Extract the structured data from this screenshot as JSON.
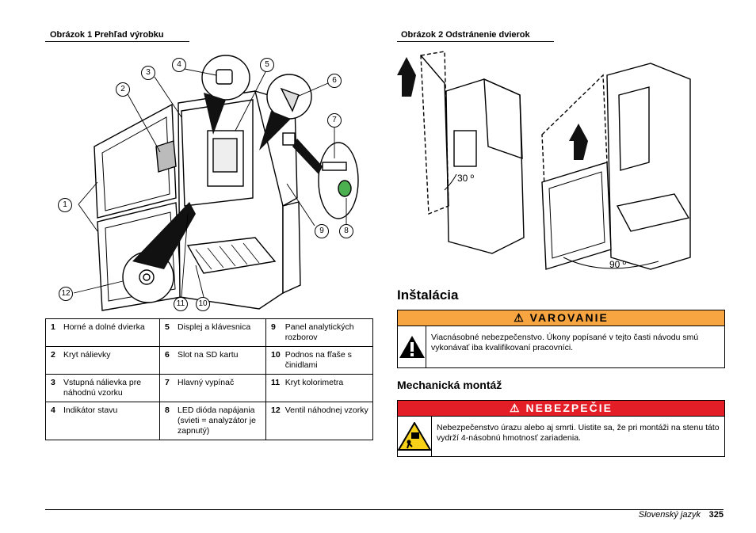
{
  "figure1": {
    "title": "Obrázok 1  Prehľad výrobku",
    "callouts": [
      "1",
      "2",
      "3",
      "4",
      "5",
      "6",
      "7",
      "8",
      "9",
      "10",
      "11",
      "12"
    ],
    "legend": [
      [
        {
          "n": "1",
          "t": "Horné a dolné dvierka"
        },
        {
          "n": "5",
          "t": "Displej a klávesnica"
        },
        {
          "n": "9",
          "t": "Panel analytických rozborov"
        }
      ],
      [
        {
          "n": "2",
          "t": "Kryt nálievky"
        },
        {
          "n": "6",
          "t": "Slot na SD kartu"
        },
        {
          "n": "10",
          "t": "Podnos na fľaše s činidlami"
        }
      ],
      [
        {
          "n": "3",
          "t": "Vstupná nálievka pre náhodnú vzorku"
        },
        {
          "n": "7",
          "t": "Hlavný vypínač"
        },
        {
          "n": "11",
          "t": "Kryt kolorimetra"
        }
      ],
      [
        {
          "n": "4",
          "t": "Indikátor stavu"
        },
        {
          "n": "8",
          "t": "LED dióda napájania (svieti = analyzátor je zapnutý)"
        },
        {
          "n": "12",
          "t": "Ventil náhodnej vzorky"
        }
      ]
    ]
  },
  "figure2": {
    "title": "Obrázok 2  Odstránenie dvierok",
    "angle_small": "30 º",
    "angle_large": "90 º"
  },
  "install": {
    "heading": "Inštalácia",
    "warning": {
      "label": "VAROVANIE",
      "text": "Viacnásobné nebezpečenstvo. Úkony popísané v tejto časti návodu smú vykonávať iba kvalifikovaní pracovníci.",
      "color": "#f7a541"
    },
    "mech_heading": "Mechanická montáž",
    "danger": {
      "label": "NEBEZPEČIE",
      "text": "Nebezpečenstvo úrazu alebo aj smrti. Uistite sa, že pri montáži na stenu táto vydrží 4-násobnú hmotnosť zariadenia.",
      "color": "#e41e26"
    }
  },
  "footer": {
    "language": "Slovenský jazyk",
    "page": "325"
  }
}
